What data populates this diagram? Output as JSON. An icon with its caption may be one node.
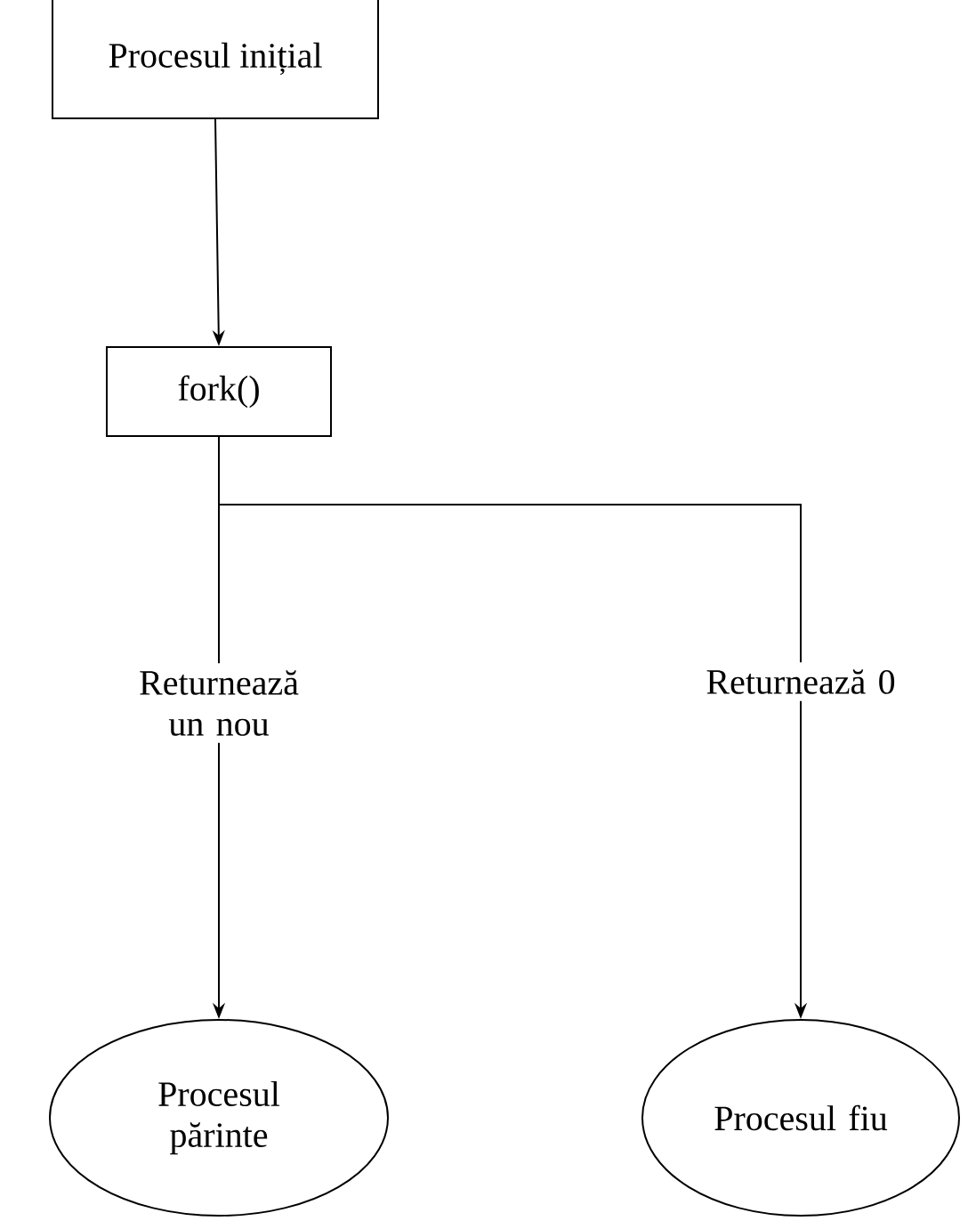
{
  "diagram": {
    "nodes": [
      {
        "text": [
          "Procesul inițial"
        ]
      },
      {
        "text": [
          "fork()"
        ]
      },
      {
        "text": [
          "Procesul părinte"
        ]
      },
      {
        "text": [
          "Procesul fiu"
        ]
      }
    ],
    "edges": [
      {
        "from": 0,
        "to": 1,
        "arrow": "to"
      },
      {
        "from": 1,
        "to": 2,
        "arrow": "to",
        "label": "Returnează un nou"
      },
      {
        "from": 1,
        "to": 3,
        "arrow": "to",
        "label": "Returnează 0"
      }
    ]
  }
}
